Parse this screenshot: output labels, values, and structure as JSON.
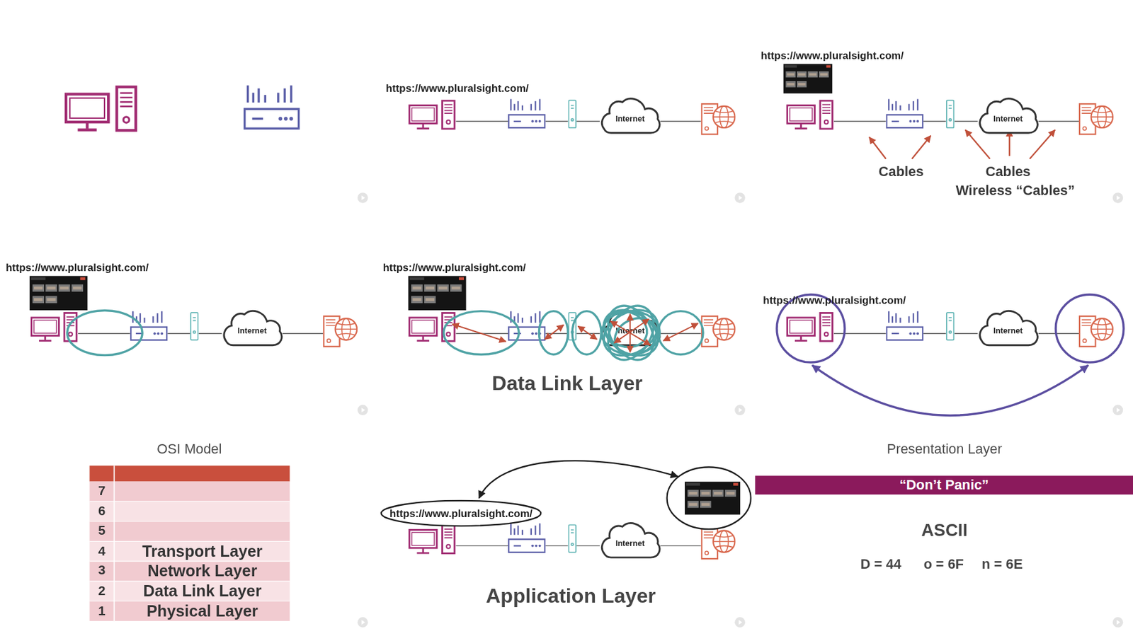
{
  "diagram": {
    "nodes": [
      {
        "text": [
          "Internet"
        ]
      },
      {
        "text": [
          "Internet"
        ]
      },
      {
        "text": [
          "Internet"
        ]
      },
      {
        "text": [
          "Internet"
        ]
      },
      {
        "text": [
          "Internet"
        ]
      },
      {
        "text": [
          "https://www.pluralsight.com/"
        ]
      },
      {
        "text": [
          "Internet"
        ]
      },
      {
        "text": [
          "“Don’t Panic”"
        ]
      }
    ],
    "labels": [
      "https://www.pluralsight.com/",
      "https://www.pluralsight.com/",
      "Cables",
      "Cables",
      "Wireless “Cables”",
      "https://www.pluralsight.com/",
      "https://www.pluralsight.com/",
      "Data Link Layer",
      "https://www.pluralsight.com/",
      "OSI Model",
      "7",
      "6",
      "5",
      "4",
      "Transport Layer",
      "3",
      "Network Layer",
      "2",
      "Data Link Layer",
      "1",
      "Physical Layer",
      "Application Layer",
      "Presentation Layer",
      "ASCII",
      "D = 44",
      "o = 6F",
      "n = 6E"
    ]
  }
}
